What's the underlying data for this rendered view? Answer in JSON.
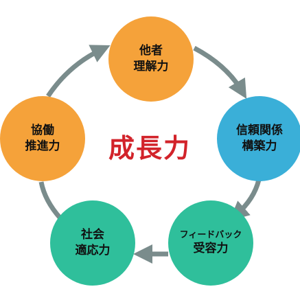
{
  "center": {
    "title": "成長力"
  },
  "nodes": [
    {
      "id": "top",
      "line1": "他者",
      "line2": "理解力"
    },
    {
      "id": "right",
      "line1": "信頼関係",
      "line2": "構築力"
    },
    {
      "id": "bottom-right",
      "line1": "フィードバック",
      "line2": "受容力"
    },
    {
      "id": "bottom-left",
      "line1": "社会",
      "line2": "適応力"
    },
    {
      "id": "left",
      "line1": "協働",
      "line2": "推進力"
    }
  ],
  "colors": {
    "orange": "#F5A23A",
    "blue": "#3AAFD8",
    "teal": "#2FBF9B",
    "arrow": "#7A8C8C",
    "title": "#D2232A"
  }
}
